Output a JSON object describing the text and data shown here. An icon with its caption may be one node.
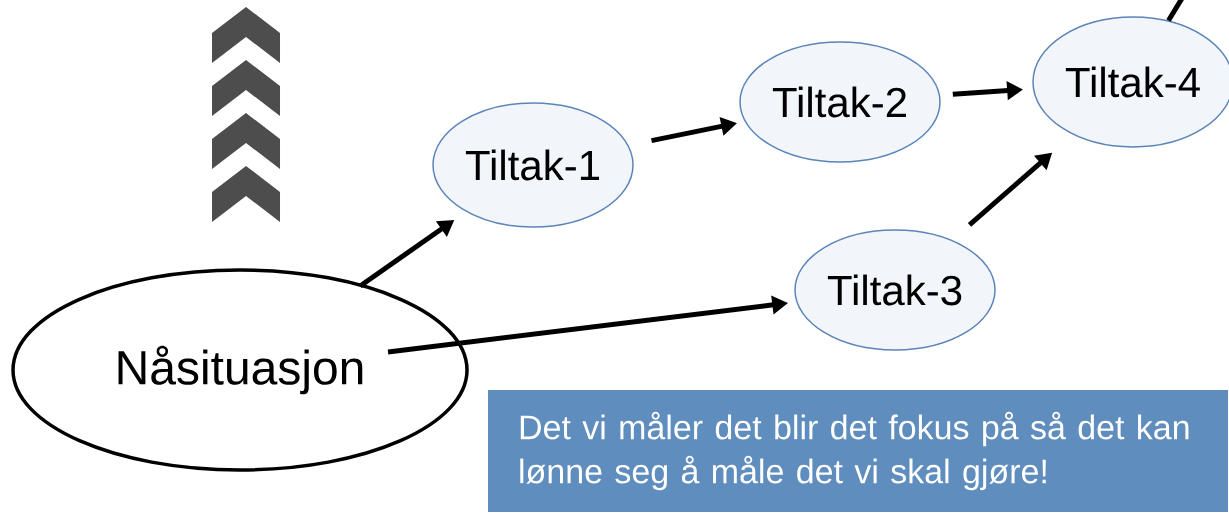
{
  "diagram": {
    "nodes": [
      {
        "text": [
          "Nåsituasjon"
        ]
      },
      {
        "text": [
          "Tiltak-1"
        ]
      },
      {
        "text": [
          "Tiltak-2"
        ]
      },
      {
        "text": [
          "Tiltak-3"
        ]
      },
      {
        "text": [
          "Tiltak-4"
        ]
      },
      {
        "text": [
          "Det vi måler det blir det fokus på så det kan lønne seg å måle det vi skal gjøre!"
        ]
      }
    ],
    "edges": [
      {
        "from": 0,
        "to": 1,
        "arrow": "to"
      },
      {
        "from": 0,
        "to": 3,
        "arrow": "to"
      },
      {
        "from": 1,
        "to": 2,
        "arrow": "to"
      },
      {
        "from": 2,
        "to": 4,
        "arrow": "to"
      },
      {
        "from": 3,
        "to": 4,
        "arrow": "to"
      },
      {
        "from": 4,
        "to": null,
        "arrow": "none"
      }
    ]
  }
}
